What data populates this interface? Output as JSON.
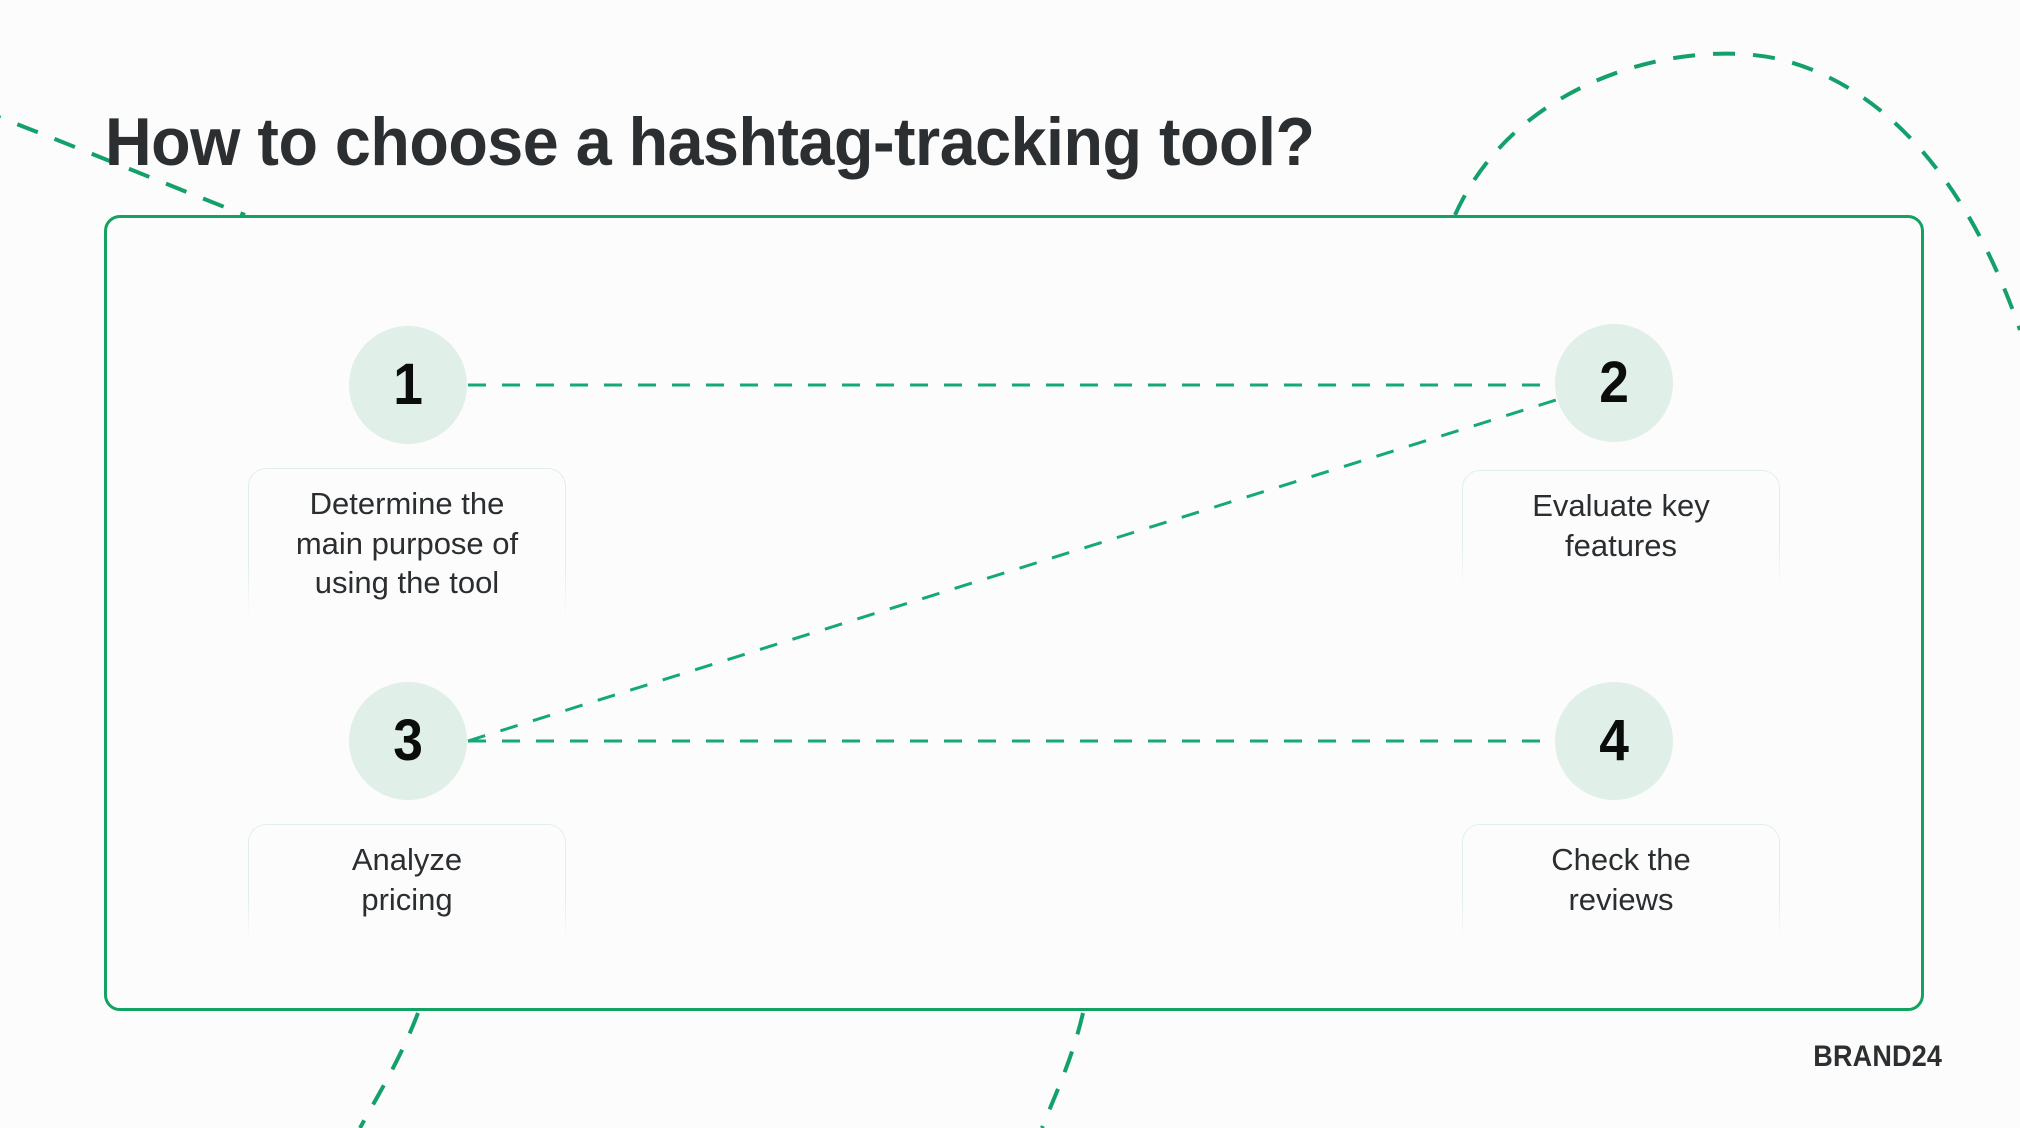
{
  "page": {
    "title": "How to choose a hashtag-tracking tool?",
    "brand": "BRAND24",
    "background_color": "#fcfcfc",
    "accent_color": "#11a35f",
    "dashed_line_color": "#14a87a",
    "circle_fill_color": "#e0efe7",
    "text_color": "#2b2e30"
  },
  "steps": [
    {
      "number": "1",
      "label": "Determine the\nmain purpose of\nusing the tool"
    },
    {
      "number": "2",
      "label": "Evaluate key\nfeatures"
    },
    {
      "number": "3",
      "label": "Analyze\npricing"
    },
    {
      "number": "4",
      "label": "Check the\nreviews"
    }
  ],
  "connectors": [
    {
      "from": "1",
      "to": "2",
      "style": "dashed-horizontal"
    },
    {
      "from": "3",
      "to": "2",
      "style": "dashed-diagonal"
    },
    {
      "from": "3",
      "to": "4",
      "style": "dashed-horizontal"
    }
  ]
}
